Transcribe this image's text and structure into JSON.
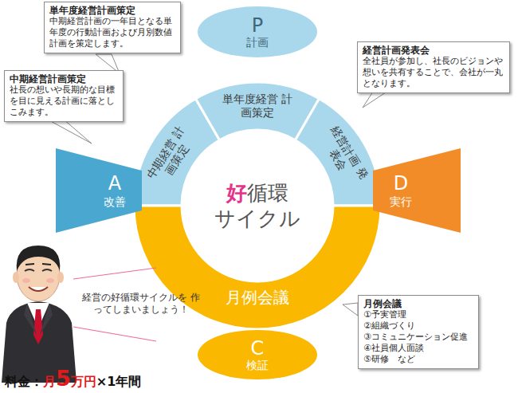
{
  "diagram": {
    "nodes": [
      {
        "text": [
          "単年度経営計画策定",
          "中期経営計画の一年目となる単年度の行動計画および月別数値計画を策定します。"
        ]
      },
      {
        "text": [
          "P",
          "計画"
        ]
      },
      {
        "text": [
          "経営計画発表会",
          "全社員が参加し、社長のビジョンや想いを共有することで、会社が一丸となります。"
        ]
      },
      {
        "text": [
          "中期経営計画策定",
          "社長の想いや長期的な目標を目に見える計画に落としこみます。"
        ]
      },
      {
        "text": [
          "中期経営 計画策定"
        ]
      },
      {
        "text": [
          "単年度経営 計画策定"
        ]
      },
      {
        "text": [
          "経営計画 発表会"
        ]
      },
      {
        "text": [
          "A",
          "改善"
        ]
      },
      {
        "text": [
          "好循環サイクル"
        ]
      },
      {
        "text": [
          "D",
          "実行"
        ]
      },
      {
        "text": [
          "月例会議"
        ]
      },
      {
        "text": [
          "月例会議",
          "①予実管理",
          "②組織づくり",
          "③コミュニケーション促進",
          "④社員個人面談",
          "⑤研修　など"
        ]
      },
      {
        "text": [
          "C",
          "検証"
        ]
      }
    ],
    "labels": [
      "経営の好循環サイクルを 作ってしまいましょう！",
      "料金：月5万円×1年間"
    ]
  }
}
